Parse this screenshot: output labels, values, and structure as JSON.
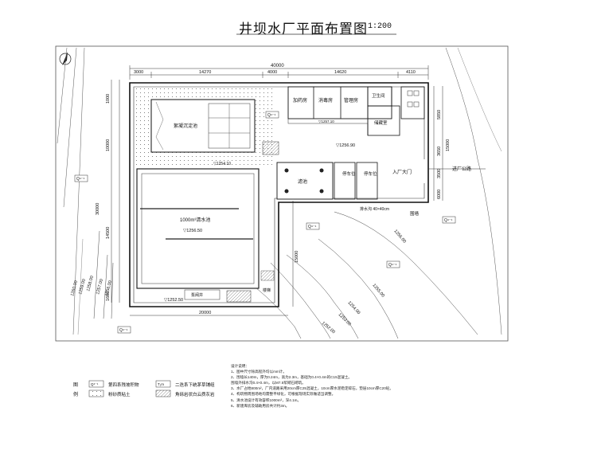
{
  "header": {
    "title": "井坝水厂平面布置图",
    "scale": "1:200"
  },
  "dimensions": {
    "overall": "40000",
    "top": [
      "3000",
      "14270",
      "4000",
      "14620",
      "4110"
    ],
    "left": [
      "1000",
      "10000",
      "30000",
      "14500",
      "1600"
    ],
    "right": [
      "5850",
      "15000",
      "3650",
      "3500",
      "6000"
    ],
    "bottom": "20000",
    "mid_vertical": "15000"
  },
  "rooms": {
    "dosing": "加药房",
    "disinfection": "消毒房",
    "control": "管理房",
    "toilet": "卫生间",
    "storage": "储藏室",
    "clarifier": "絮凝沉淀池",
    "clear_tank": "1000m³清水池",
    "filter": "滤池",
    "parking_a": "停车位",
    "parking_b": "停车位",
    "entrance": "入厂大门",
    "road": "进厂公路",
    "wall": "围墙",
    "drain": "排水沟",
    "drain_size": "排水沟 40×40cm",
    "stairs": "楼梯",
    "pump_room": "泵阀井"
  },
  "elevations": {
    "building_floor": "▽1256.90",
    "site": "▽1256.90",
    "clarifier_top": "▽1254.10",
    "tank": "▽1256.50",
    "tank_bottom": "▽1252.50",
    "corridor": "▽1257.10"
  },
  "grid_marks": [
    "Q⁴⁻¹",
    "Q⁴⁻¹",
    "Q⁴⁻¹",
    "Q⁴⁻¹",
    "Q⁴⁻¹",
    "Q⁴⁻¹"
  ],
  "contours": [
    "1260.00",
    "1259.00",
    "1258.00",
    "1257.00",
    "1256.00",
    "1256.00",
    "1255.00",
    "1254.00",
    "1253.00",
    "1252.00"
  ],
  "legend": {
    "title": "图例",
    "items": [
      "第四系残坡积物",
      "粉砂质粘土",
      "二迭系下统茅草铺组",
      "角砾岩状白云质灰岩"
    ],
    "symbols": [
      "Q⁴⁻¹",
      "",
      "T₁m",
      ""
    ]
  },
  "notes": {
    "title": "设计说明：",
    "lines": [
      "1、图中尺寸除高程外均以mm计。",
      "2、围墙长140m，厚为0.24m，高为2.3m，基础为0.4×0.4m的C15混凝土。",
      "   围墙外排水沟0.4×0.4m，以M7.5浆砌石砌筑。",
      "3、水厂占地800m²，厂内道路采用20cm厚C25混凝土，10cm厚水泥稳定碎石，垫层10cm厚C20砼。",
      "4、构筑物周围场地均需整平绿化，可根据现场实际做适当调整。",
      "5、清水池设计有效容积1000m³，深4.1m。",
      "6、新建库房及辅助用房共计约3m。"
    ]
  }
}
